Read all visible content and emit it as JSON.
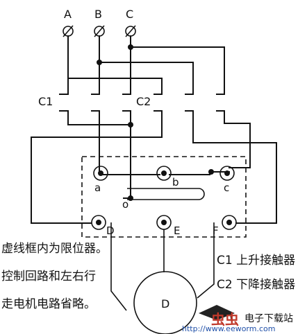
{
  "terminals": {
    "a_top": "A",
    "b_top": "B",
    "c_top": "C"
  },
  "contactors": {
    "c1": "C1",
    "c2": "C2"
  },
  "switch_points": {
    "a": "a",
    "b": "b",
    "c": "c",
    "o": "o",
    "d": "D",
    "e": "E",
    "f": "F"
  },
  "motor": {
    "label": "D"
  },
  "notes": {
    "left": [
      "虚线框内为限位器。",
      "控制回路和左右行",
      "走电机电路省略。"
    ],
    "right": [
      "C1 上升接触器",
      "C2 下降接触器"
    ]
  },
  "watermark": {
    "brand": "电子下载站",
    "url": "http://www.eeworm.com"
  }
}
